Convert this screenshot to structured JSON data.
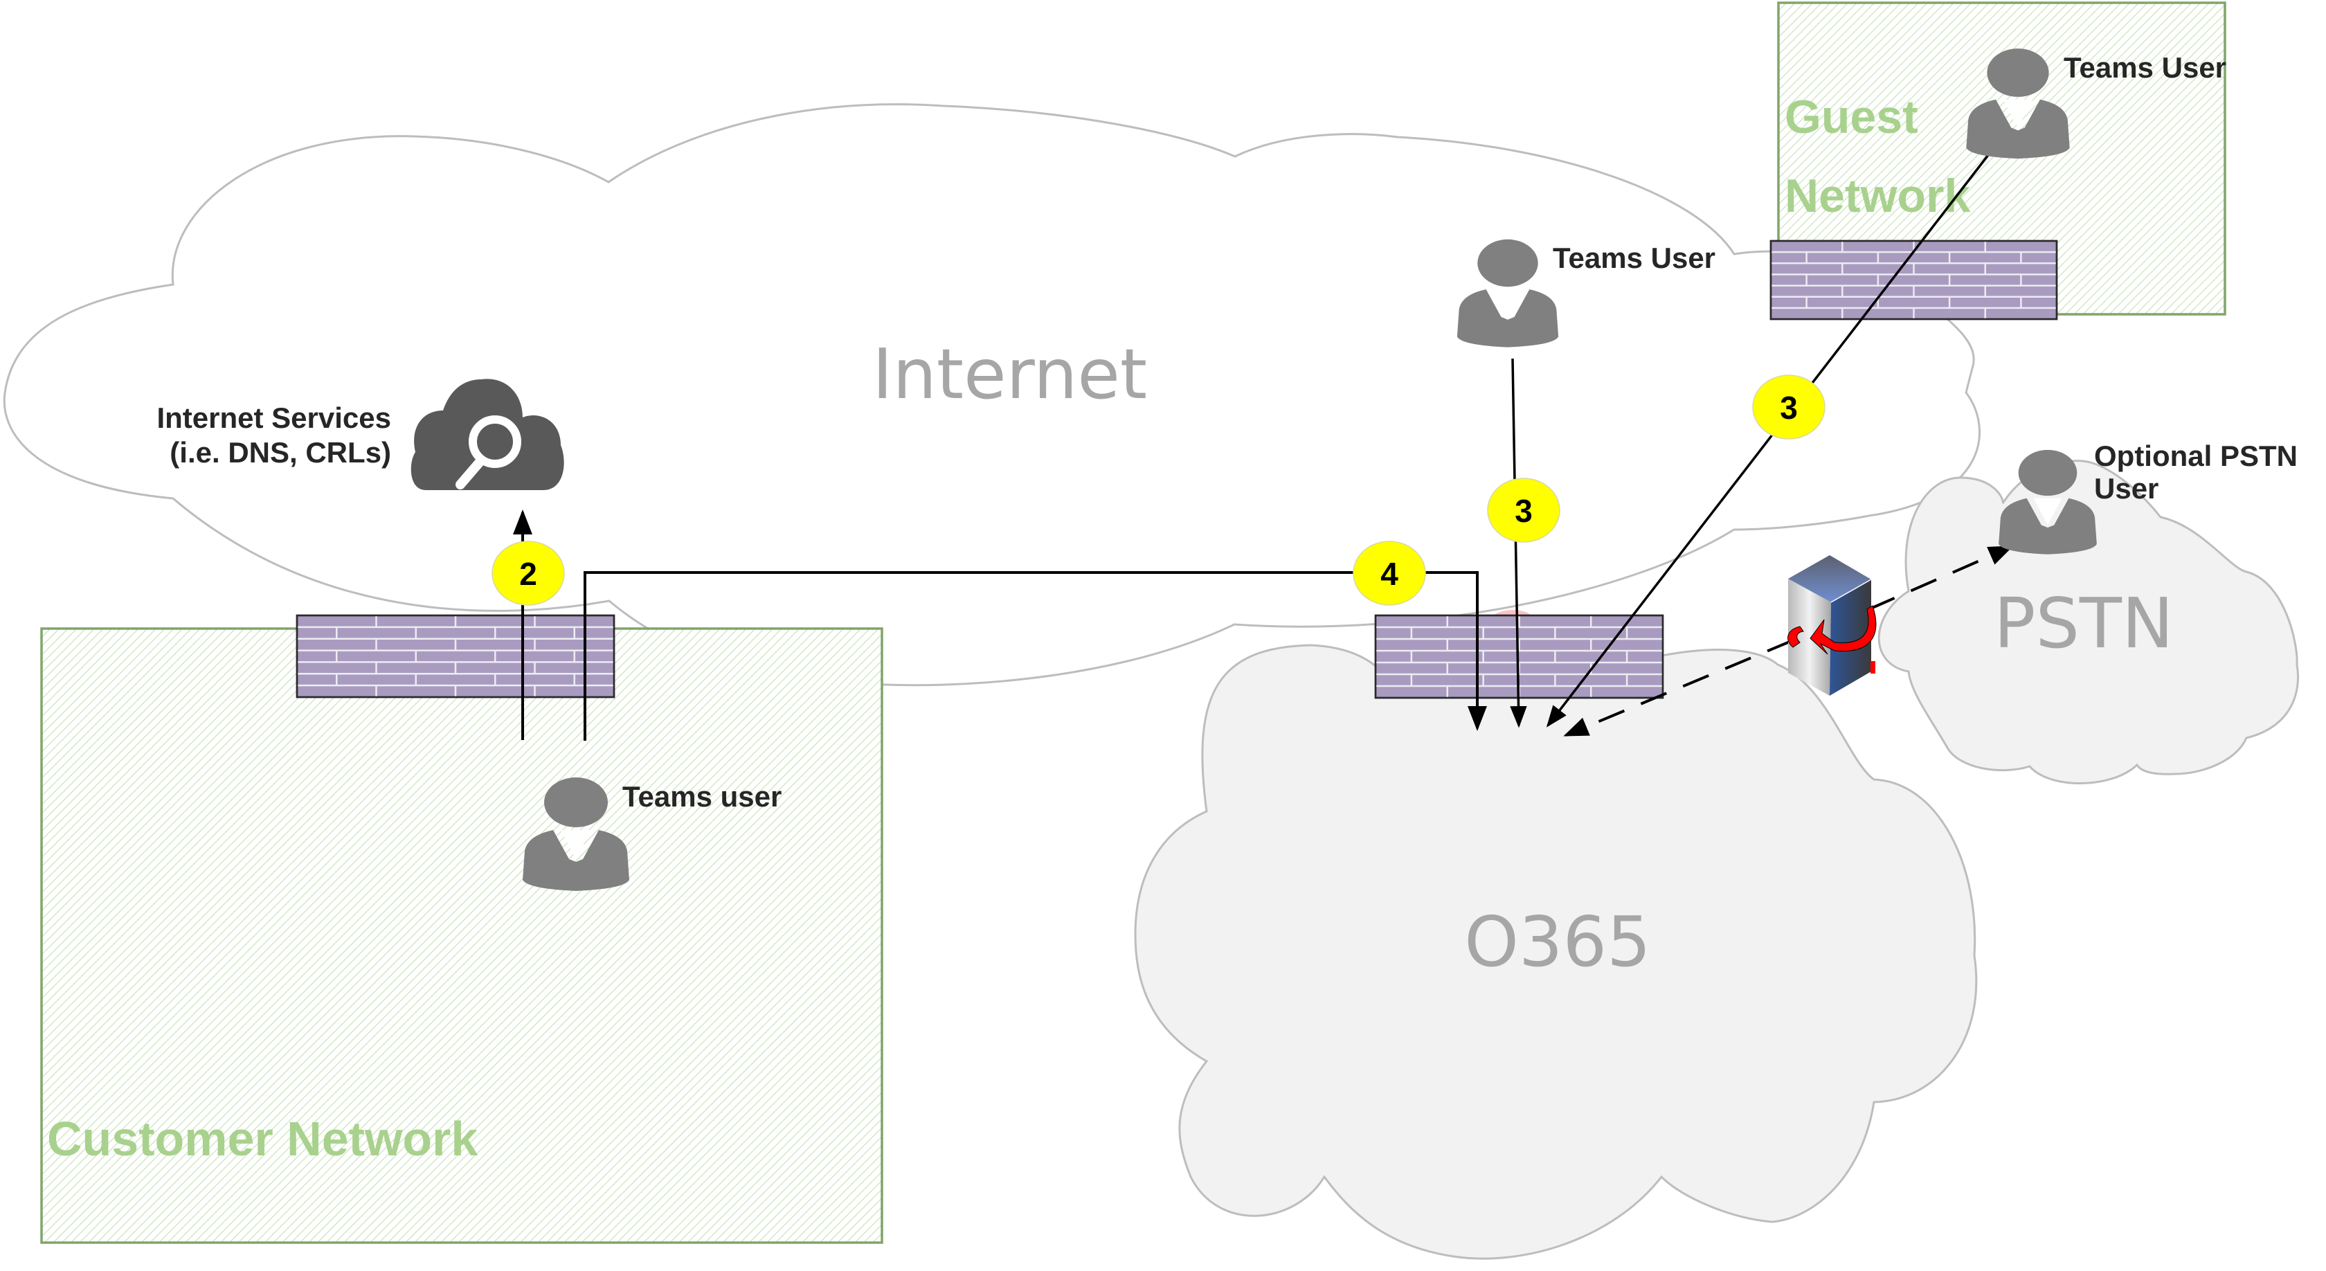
{
  "diagram": {
    "clouds": {
      "internet": {
        "label": "Internet"
      },
      "o365": {
        "label": "O365"
      },
      "pstn": {
        "label": "PSTN"
      },
      "internet_services": {
        "label_line1": "Internet Services",
        "label_line2": "(i.e. DNS, CRLs)",
        "icon": "cloud-search-icon"
      }
    },
    "zones": {
      "customer_network": {
        "label": "Customer Network"
      },
      "guest_network": {
        "label_line1": "Guest",
        "label_line2": "Network"
      }
    },
    "users": {
      "customer_user": {
        "label": "Teams user",
        "icon": "person-icon"
      },
      "internet_user": {
        "label": "Teams User",
        "icon": "person-icon"
      },
      "guest_user": {
        "label": "Teams User",
        "icon": "person-icon"
      },
      "pstn_user": {
        "label_line1": "Optional PSTN",
        "label_line2": "User",
        "icon": "person-icon"
      }
    },
    "devices": {
      "firewalls": [
        "customer-firewall",
        "o365-firewall",
        "guest-firewall"
      ],
      "pstn_gateway": {
        "icon": "server-icon"
      }
    },
    "steps": {
      "s2": "2",
      "s4": "4",
      "s3_internet": "3",
      "s3_guest": "3"
    },
    "colors": {
      "step_badge": "#ffff00",
      "zone_label": "#a9d18e",
      "zone_border": "#80a56a",
      "firewall": "#a99bc0",
      "cloud_fill": "#f2f2f2",
      "person": "#808080"
    }
  }
}
